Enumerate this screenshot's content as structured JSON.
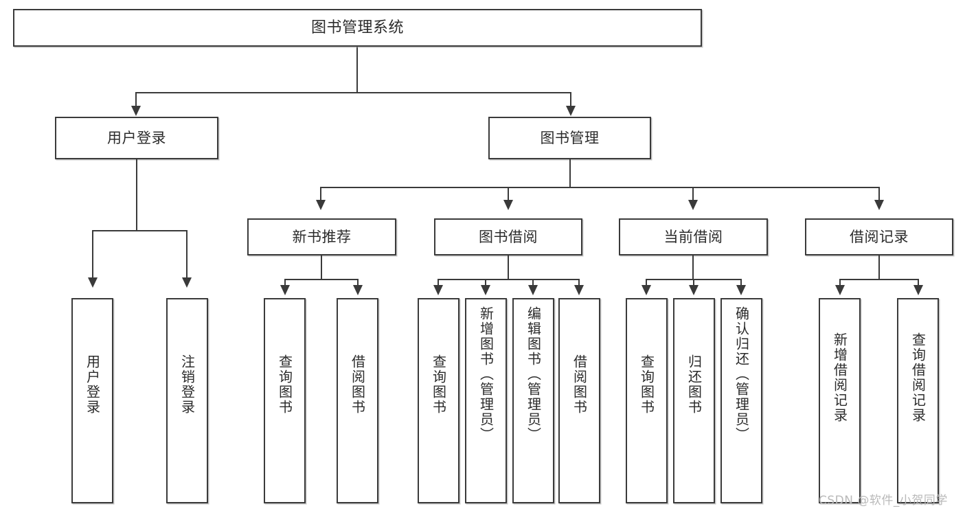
{
  "diagram": {
    "title": "图书管理系统",
    "type": "tree-hierarchy-diagram",
    "colors": {
      "box_border": "#3a3a3a",
      "box_fill": "#ffffff",
      "connector": "#3a3a3a",
      "text": "#2b2b2b",
      "watermark": "#b9b9b9",
      "background": "#ffffff"
    },
    "root": {
      "label": "图书管理系统"
    },
    "level2": [
      {
        "label": "用户登录"
      },
      {
        "label": "图书管理"
      }
    ],
    "level3": [
      {
        "label": "新书推荐"
      },
      {
        "label": "图书借阅"
      },
      {
        "label": "当前借阅"
      },
      {
        "label": "借阅记录"
      }
    ],
    "leaves": {
      "user_login": [
        {
          "label": "用户登录"
        },
        {
          "label": "注销登录"
        }
      ],
      "new_book_recommend": [
        {
          "label": "查询图书"
        },
        {
          "label": "借阅图书"
        }
      ],
      "book_borrow": [
        {
          "label": "查询图书"
        },
        {
          "label": "新增图书（管理员）"
        },
        {
          "label": "编辑图书（管理员）"
        },
        {
          "label": "借阅图书"
        }
      ],
      "current_borrow": [
        {
          "label": "查询图书"
        },
        {
          "label": "归还图书"
        },
        {
          "label": "确认归还（管理员）"
        }
      ],
      "borrow_record": [
        {
          "label": "新增借阅记录"
        },
        {
          "label": "查询借阅记录"
        }
      ]
    }
  },
  "watermark": {
    "text": "CSDN @软件_小贺同学"
  }
}
